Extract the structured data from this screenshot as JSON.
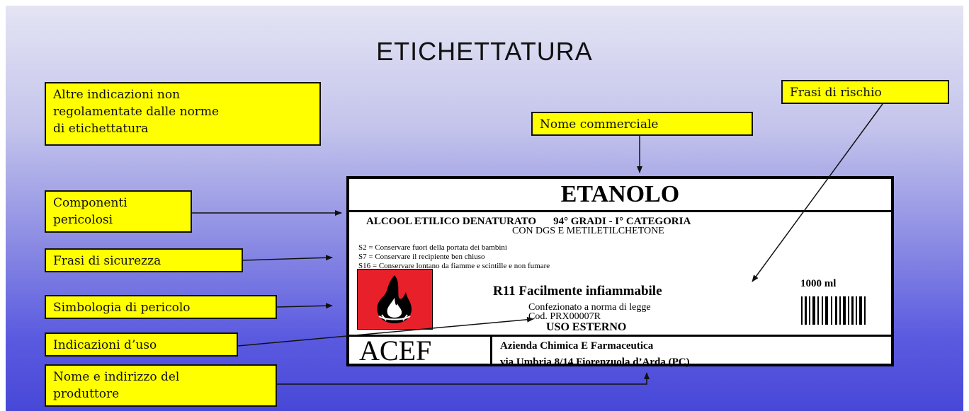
{
  "title": "ETICHETTATURA",
  "callouts": {
    "altre": [
      "Altre indicazioni non",
      "regolamentate dalle norme",
      "di etichettatura"
    ],
    "frasi_rischio": "Frasi di rischio",
    "nome_commerciale": "Nome commerciale",
    "componenti": [
      "Componenti",
      "pericolosi"
    ],
    "frasi_sicurezza": "Frasi di sicurezza",
    "simbologia": "Simbologia di pericolo",
    "indicazioni_uso": "Indicazioni d’uso",
    "produttore": [
      "Nome e indirizzo del",
      "produttore"
    ]
  },
  "label": {
    "product_name": "ETANOLO",
    "composition_line1": "ALCOOL ETILICO DENATURATO",
    "composition_grade": "94° GRADI - I° CATEGORIA",
    "composition_line2": "CON DGS E METILETILCHETONE",
    "safety_phrases": [
      "S2 = Conservare fuori della portata dei bambini",
      "S7 = Conservare il recipiente ben chiuso",
      "S16 = Conservare lontano da fiamme e scintille e non fumare"
    ],
    "risk_phrase": "R11 Facilmente infiammabile",
    "quantity": "1000 ml",
    "packaging": [
      "Confezionato a norma di legge",
      "Cod. PRX00007R"
    ],
    "use": "USO ESTERNO",
    "brand": "ACEF",
    "manufacturer_line1": "Azienda Chimica E Farmaceutica",
    "manufacturer_line2": "via Umbria 8/14 Fiorenzuola d’Arda (PC)"
  },
  "colors": {
    "callout_fill": "#ffff00",
    "hazard_fill": "#e8202a",
    "background_top": "#e4e4f4",
    "background_bottom": "#4848d8"
  }
}
